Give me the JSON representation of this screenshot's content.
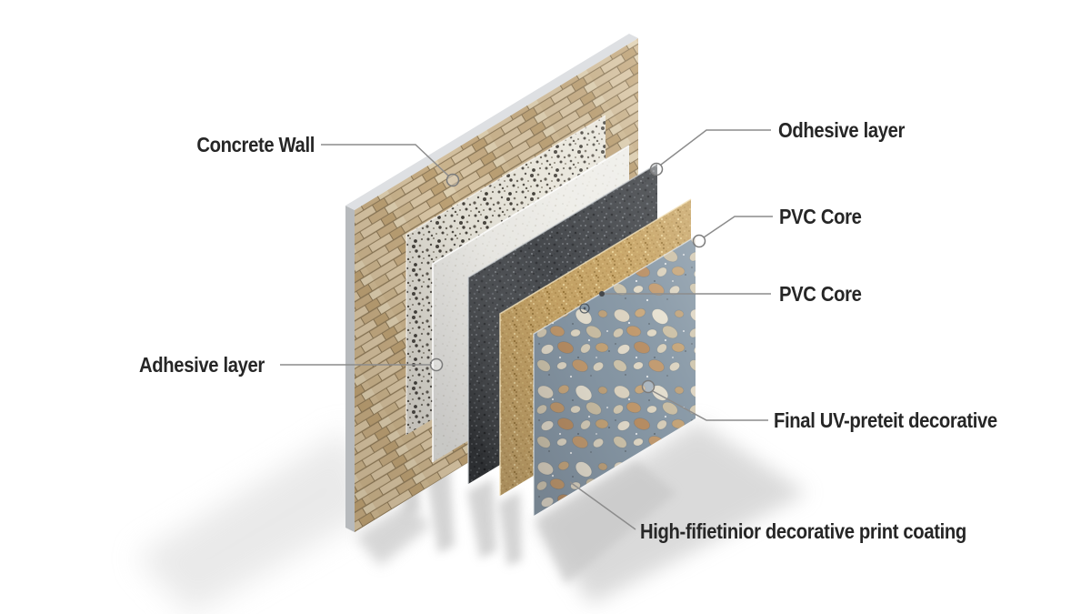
{
  "figure": {
    "background": "#ffffff",
    "text_color": "#262626",
    "leader_color": "#8c8c8c",
    "shadow_color": "#cfcfcf",
    "labels": {
      "concrete_wall": "Concrete Wall",
      "odhesive_layer": "Odhesive layer",
      "pvc_core_top": "PVC Core",
      "pvc_core_mid": "PVC Core",
      "adhesive_layer": "Adhesive layer",
      "final_uv": "Final UV-preteit decorative",
      "print_coating": "High-fifietinior decorative print coating"
    },
    "layers": [
      {
        "name": "concrete-wall",
        "texture": "stone-brick-veneer",
        "base_color": "#d2bd99"
      },
      {
        "name": "adhesive-speckle",
        "texture": "terrazzo-speckle",
        "base_color": "#e8e5da"
      },
      {
        "name": "adhesive-white",
        "texture": "white-stucco",
        "base_color": "#eeede8"
      },
      {
        "name": "odhesive-dark",
        "texture": "dark-granular",
        "base_color": "#404347"
      },
      {
        "name": "pvc-core",
        "texture": "sand-granular",
        "base_color": "#c8a566"
      },
      {
        "name": "decorative-pebble",
        "texture": "pebble-stone",
        "base_color": "#8e99a3"
      }
    ]
  }
}
